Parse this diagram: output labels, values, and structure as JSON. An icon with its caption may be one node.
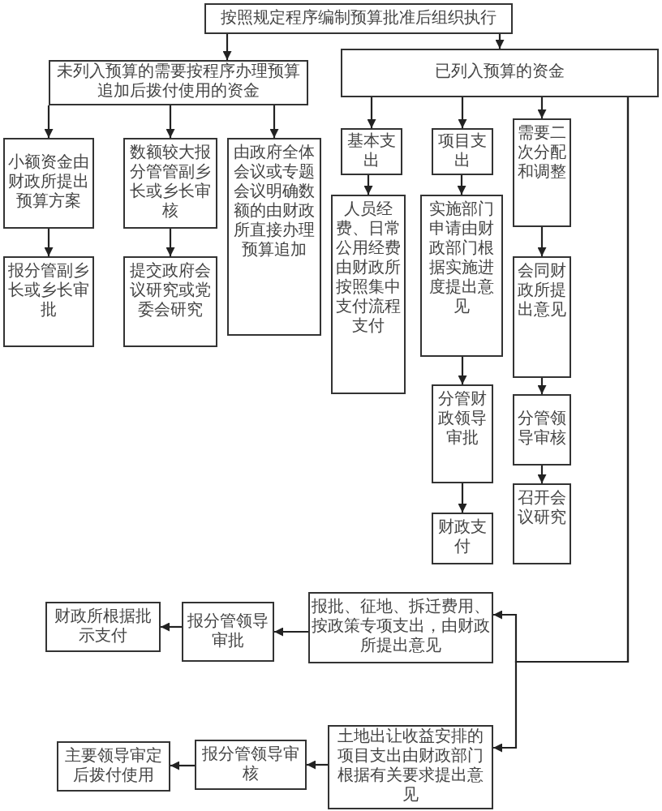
{
  "diagram": {
    "nodes": [
      {
        "text": [
          "按照规定程序编制预算批准后组织执行"
        ]
      },
      {
        "text": [
          "未列入预算的需要按程序办理预算追加后拨付使用的资金"
        ]
      },
      {
        "text": [
          "已列入预算的资金"
        ]
      },
      {
        "text": [
          "小额资金由财政所提出预算方案"
        ]
      },
      {
        "text": [
          "数额较大报分管管副乡长或乡长审核"
        ]
      },
      {
        "text": [
          "由政府全体会议或专题会议明确数额的由财政所直接办理预算追加"
        ]
      },
      {
        "text": [
          "报分管副乡长或乡长审批"
        ]
      },
      {
        "text": [
          "提交政府会议研究或党委会研究"
        ]
      },
      {
        "text": [
          "基本支出"
        ]
      },
      {
        "text": [
          "项目支出"
        ]
      },
      {
        "text": [
          "需要二次分配和调整"
        ]
      },
      {
        "text": [
          "人员经费、日常公用经费由财政所按照集中支付流程支付"
        ]
      },
      {
        "text": [
          "实施部门申请由财政部门根据实施进度提出意见"
        ]
      },
      {
        "text": [
          "会同财政所提出意见"
        ]
      },
      {
        "text": [
          "分管财政领导审批"
        ]
      },
      {
        "text": [
          "分管领导审核"
        ]
      },
      {
        "text": [
          "财政支付"
        ]
      },
      {
        "text": [
          "召开会议研究"
        ]
      },
      {
        "text": [
          "报批、征地、拆迁费用、按政策专项支出，由财政所提出意见"
        ]
      },
      {
        "text": [
          "报分管领导审批"
        ]
      },
      {
        "text": [
          "财政所根据批示支付"
        ]
      },
      {
        "text": [
          "土地出让收益安排的项目支出由财政部门根据有关要求提出意见"
        ]
      },
      {
        "text": [
          "报分管领导审核"
        ]
      },
      {
        "text": [
          "主要领导审定后拨付使用"
        ]
      }
    ],
    "edges": [
      {
        "from": 0,
        "to": 1,
        "arrow": "to"
      },
      {
        "from": 0,
        "to": 2,
        "arrow": "to"
      },
      {
        "from": 1,
        "to": 3,
        "arrow": "to"
      },
      {
        "from": 1,
        "to": 4,
        "arrow": "to"
      },
      {
        "from": 1,
        "to": 5,
        "arrow": "to"
      },
      {
        "from": 3,
        "to": 6,
        "arrow": "to"
      },
      {
        "from": 4,
        "to": 7,
        "arrow": "to"
      },
      {
        "from": 2,
        "to": 8,
        "arrow": "to"
      },
      {
        "from": 2,
        "to": 9,
        "arrow": "to"
      },
      {
        "from": 2,
        "to": 10,
        "arrow": "to"
      },
      {
        "from": 8,
        "to": 11,
        "arrow": "to"
      },
      {
        "from": 9,
        "to": 12,
        "arrow": "to"
      },
      {
        "from": 12,
        "to": 14,
        "arrow": "to"
      },
      {
        "from": 14,
        "to": 16,
        "arrow": "to"
      },
      {
        "from": 10,
        "to": 13,
        "arrow": "to"
      },
      {
        "from": 13,
        "to": 15,
        "arrow": "to"
      },
      {
        "from": 15,
        "to": 17,
        "arrow": "to"
      },
      {
        "from": 2,
        "to": 18,
        "arrow": "to"
      },
      {
        "from": 2,
        "to": 21,
        "arrow": "to"
      },
      {
        "from": 18,
        "to": 19,
        "arrow": "to"
      },
      {
        "from": 19,
        "to": 20,
        "arrow": "to"
      },
      {
        "from": 21,
        "to": 22,
        "arrow": "to"
      },
      {
        "from": 22,
        "to": 23,
        "arrow": "to"
      }
    ]
  }
}
